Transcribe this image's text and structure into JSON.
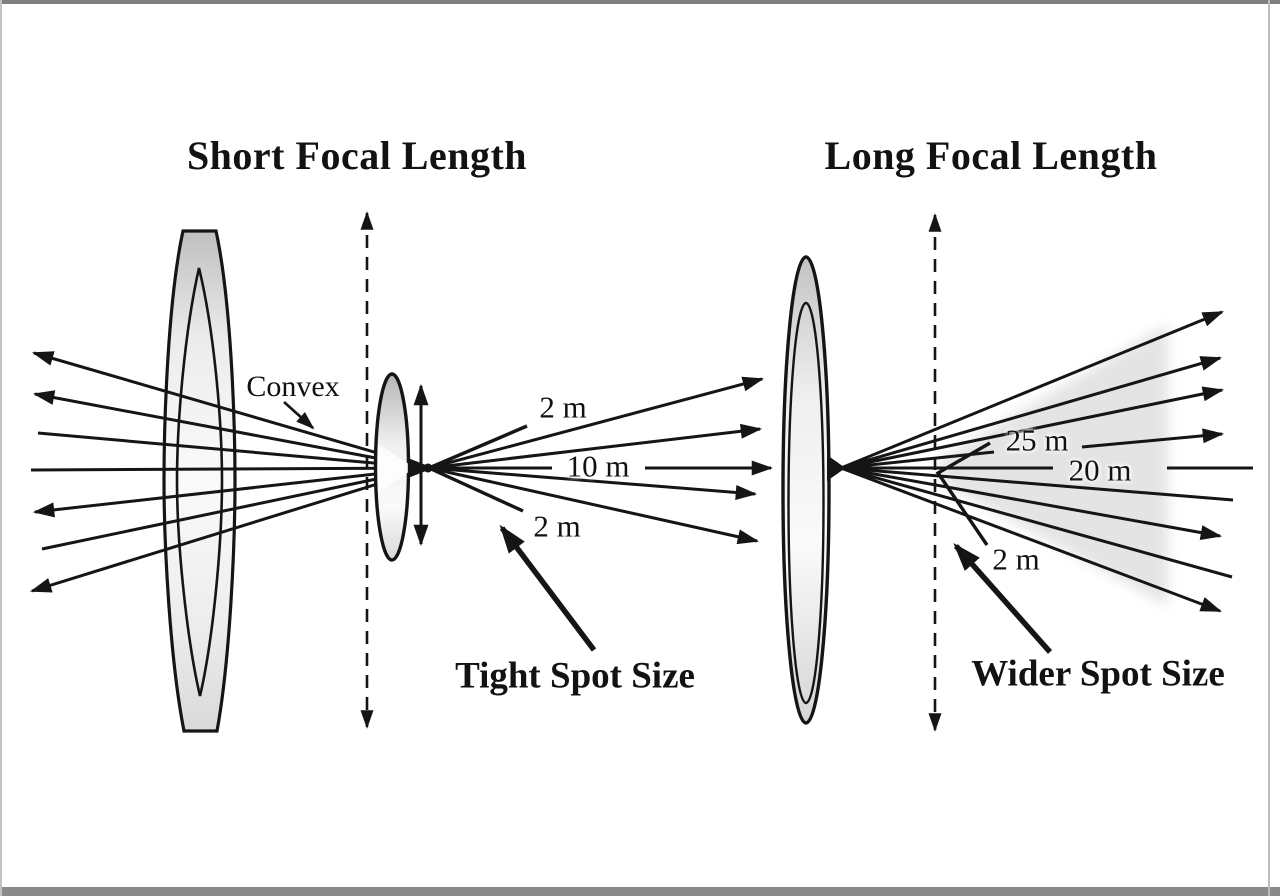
{
  "diagram": {
    "left": {
      "title": "Short Focal Length",
      "lens_type_label": "Convex",
      "distance_labels": {
        "above_axis": "2 m",
        "on_axis": "10 m",
        "below_axis": "2 m"
      },
      "spot_size_label": "Tight Spot Size"
    },
    "right": {
      "title": "Long Focal Length",
      "distance_labels": {
        "above_axis": "25 m",
        "on_axis": "20 m",
        "below_axis": "2 m"
      },
      "spot_size_label": "Wider Spot Size"
    },
    "colors": {
      "ink": "#151515",
      "lens_fill_light": "#f6f6f6",
      "lens_fill_dark": "#bdbdbd",
      "beam_shade": "#e4e4e4",
      "frame_bar": "#828282"
    }
  }
}
